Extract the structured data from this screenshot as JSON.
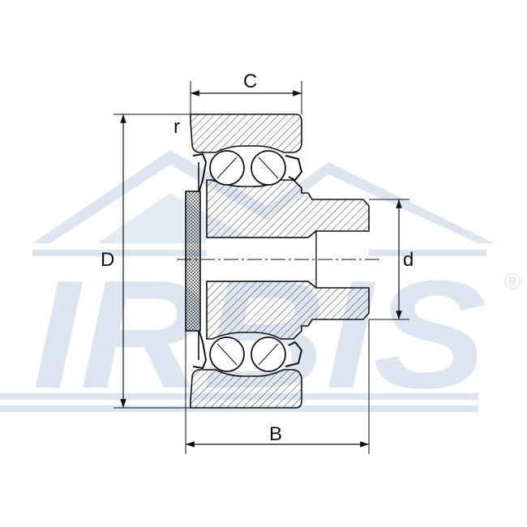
{
  "watermark": {
    "brand": "IRBIS",
    "registered_mark": "®",
    "color": "#dde6f0"
  },
  "drawing": {
    "line_color": "#111111",
    "hatch_color": "#222222",
    "ball_fill": "#ffffff"
  },
  "dimensions": {
    "outer_diameter": "D",
    "bore_diameter": "d",
    "outer_ring_width": "C",
    "total_width": "B",
    "corner_radius": "r"
  }
}
